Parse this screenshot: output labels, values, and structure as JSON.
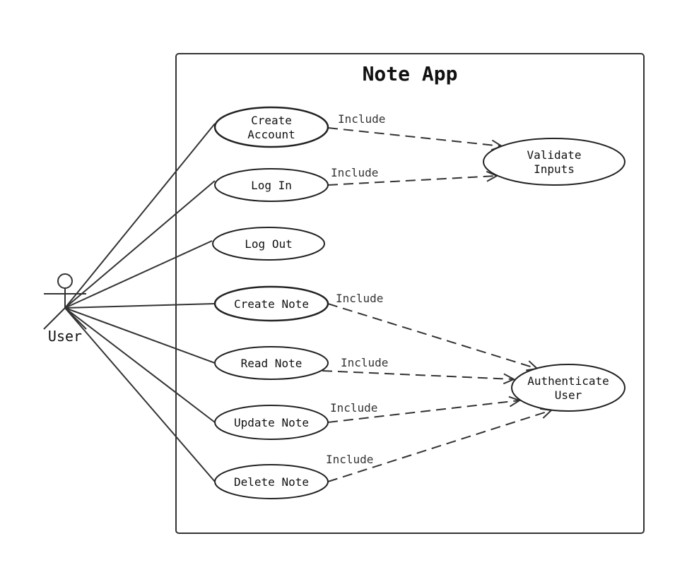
{
  "system": {
    "title": "Note App"
  },
  "actor": {
    "name": "User"
  },
  "use_cases": [
    {
      "id": "create_account",
      "lines": [
        "Create",
        "Account"
      ]
    },
    {
      "id": "log_in",
      "lines": [
        "Log In"
      ]
    },
    {
      "id": "log_out",
      "lines": [
        "Log Out"
      ]
    },
    {
      "id": "create_note",
      "lines": [
        "Create Note"
      ]
    },
    {
      "id": "read_note",
      "lines": [
        "Read Note"
      ]
    },
    {
      "id": "update_note",
      "lines": [
        "Update Note"
      ]
    },
    {
      "id": "delete_note",
      "lines": [
        "Delete Note"
      ]
    },
    {
      "id": "validate_inputs",
      "lines": [
        "Validate",
        "Inputs"
      ]
    },
    {
      "id": "authenticate_user",
      "lines": [
        "Authenticate",
        "User"
      ]
    }
  ],
  "associations": [
    "create_account",
    "log_in",
    "log_out",
    "create_note",
    "read_note",
    "update_note",
    "delete_note"
  ],
  "includes": [
    {
      "from": "create_account",
      "to": "validate_inputs",
      "label": "Include"
    },
    {
      "from": "log_in",
      "to": "validate_inputs",
      "label": "Include"
    },
    {
      "from": "create_note",
      "to": "authenticate_user",
      "label": "Include"
    },
    {
      "from": "read_note",
      "to": "authenticate_user",
      "label": "Include"
    },
    {
      "from": "update_note",
      "to": "authenticate_user",
      "label": "Include"
    },
    {
      "from": "delete_note",
      "to": "authenticate_user",
      "label": "Include"
    }
  ]
}
